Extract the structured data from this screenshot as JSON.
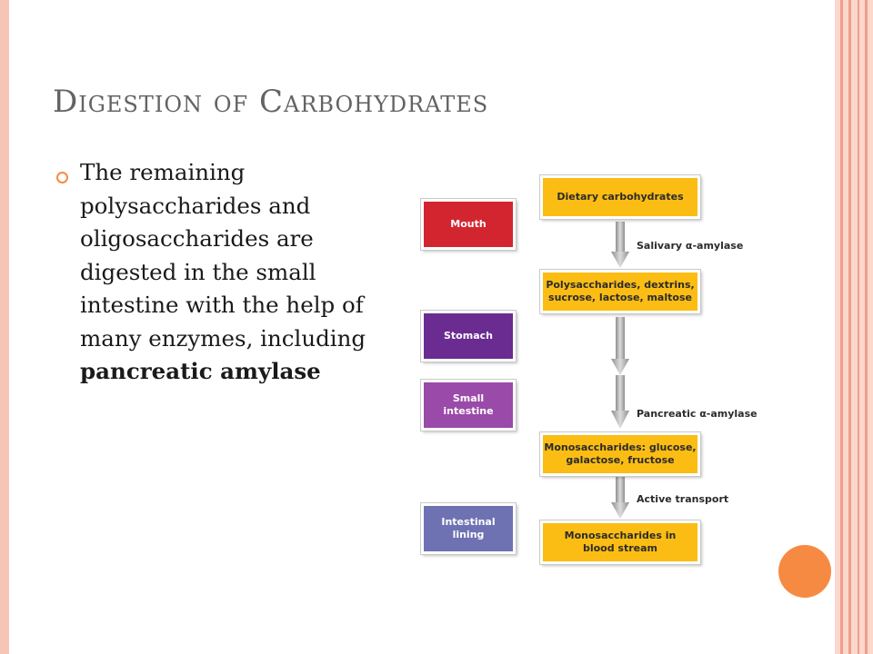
{
  "slide": {
    "title": "Digestion of Carbohydrates",
    "bullet_plain": "The remaining polysaccharides and oligosaccharides are digested in the small intestine with the help of many enzymes, including ",
    "bullet_bold": "pancreatic amylase"
  },
  "diagram": {
    "organs": [
      {
        "label": "Mouth",
        "color": "#d32530"
      },
      {
        "label": "Stomach",
        "color": "#6a2c91"
      },
      {
        "label": "Small\nintestine",
        "color": "#9a4aa8"
      },
      {
        "label": "Intestinal\nlining",
        "color": "#6e72b2"
      }
    ],
    "steps": [
      {
        "label": "Dietary carbohydrates"
      },
      {
        "label": "Polysaccharides, dextrins,\nsucrose, lactose, maltose"
      },
      {
        "label": "Monosaccharides: glucose,\ngalactose, fructose"
      },
      {
        "label": "Monosaccharides in\nblood stream"
      }
    ],
    "enzymes": [
      {
        "label": "Salivary α-amylase"
      },
      {
        "label": "Pancreatic α-amylase"
      },
      {
        "label": "Active transport"
      }
    ]
  },
  "colors": {
    "step_fill": "#fbbd13",
    "arrow": "#aaaaaa",
    "accent_circle": "#f78a43",
    "frame": "#f7c5b8"
  }
}
